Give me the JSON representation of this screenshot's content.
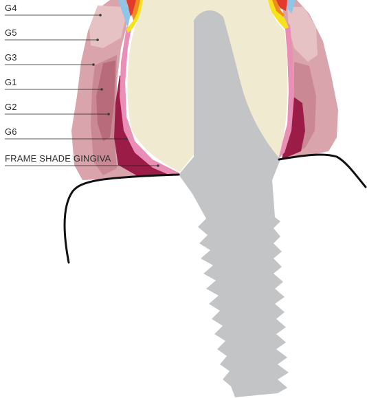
{
  "labels": [
    {
      "id": "g4",
      "text": "G4"
    },
    {
      "id": "g5",
      "text": "G5"
    },
    {
      "id": "g3",
      "text": "G3"
    },
    {
      "id": "g1",
      "text": "G1"
    },
    {
      "id": "g2",
      "text": "G2"
    },
    {
      "id": "g6",
      "text": "G6"
    },
    {
      "id": "frame",
      "text": "FRAME SHADE GINGIVA"
    }
  ],
  "colors": {
    "gingiva_outer": "#d9a4ab",
    "gingiva_light": "#e6c2c4",
    "g3": "#c98893",
    "g1_g2": "#b86b7b",
    "g6": "#9c1c48",
    "frame_pink": "#e98fb6",
    "crown": "#f0ead0",
    "implant": "#c3c4c6",
    "enamel_red": "#e23a2c",
    "enamel_orange": "#f28a1e",
    "enamel_yellow": "#f7e21b",
    "enamel_blue": "#8fc6e8",
    "bone_line": "#111111"
  }
}
